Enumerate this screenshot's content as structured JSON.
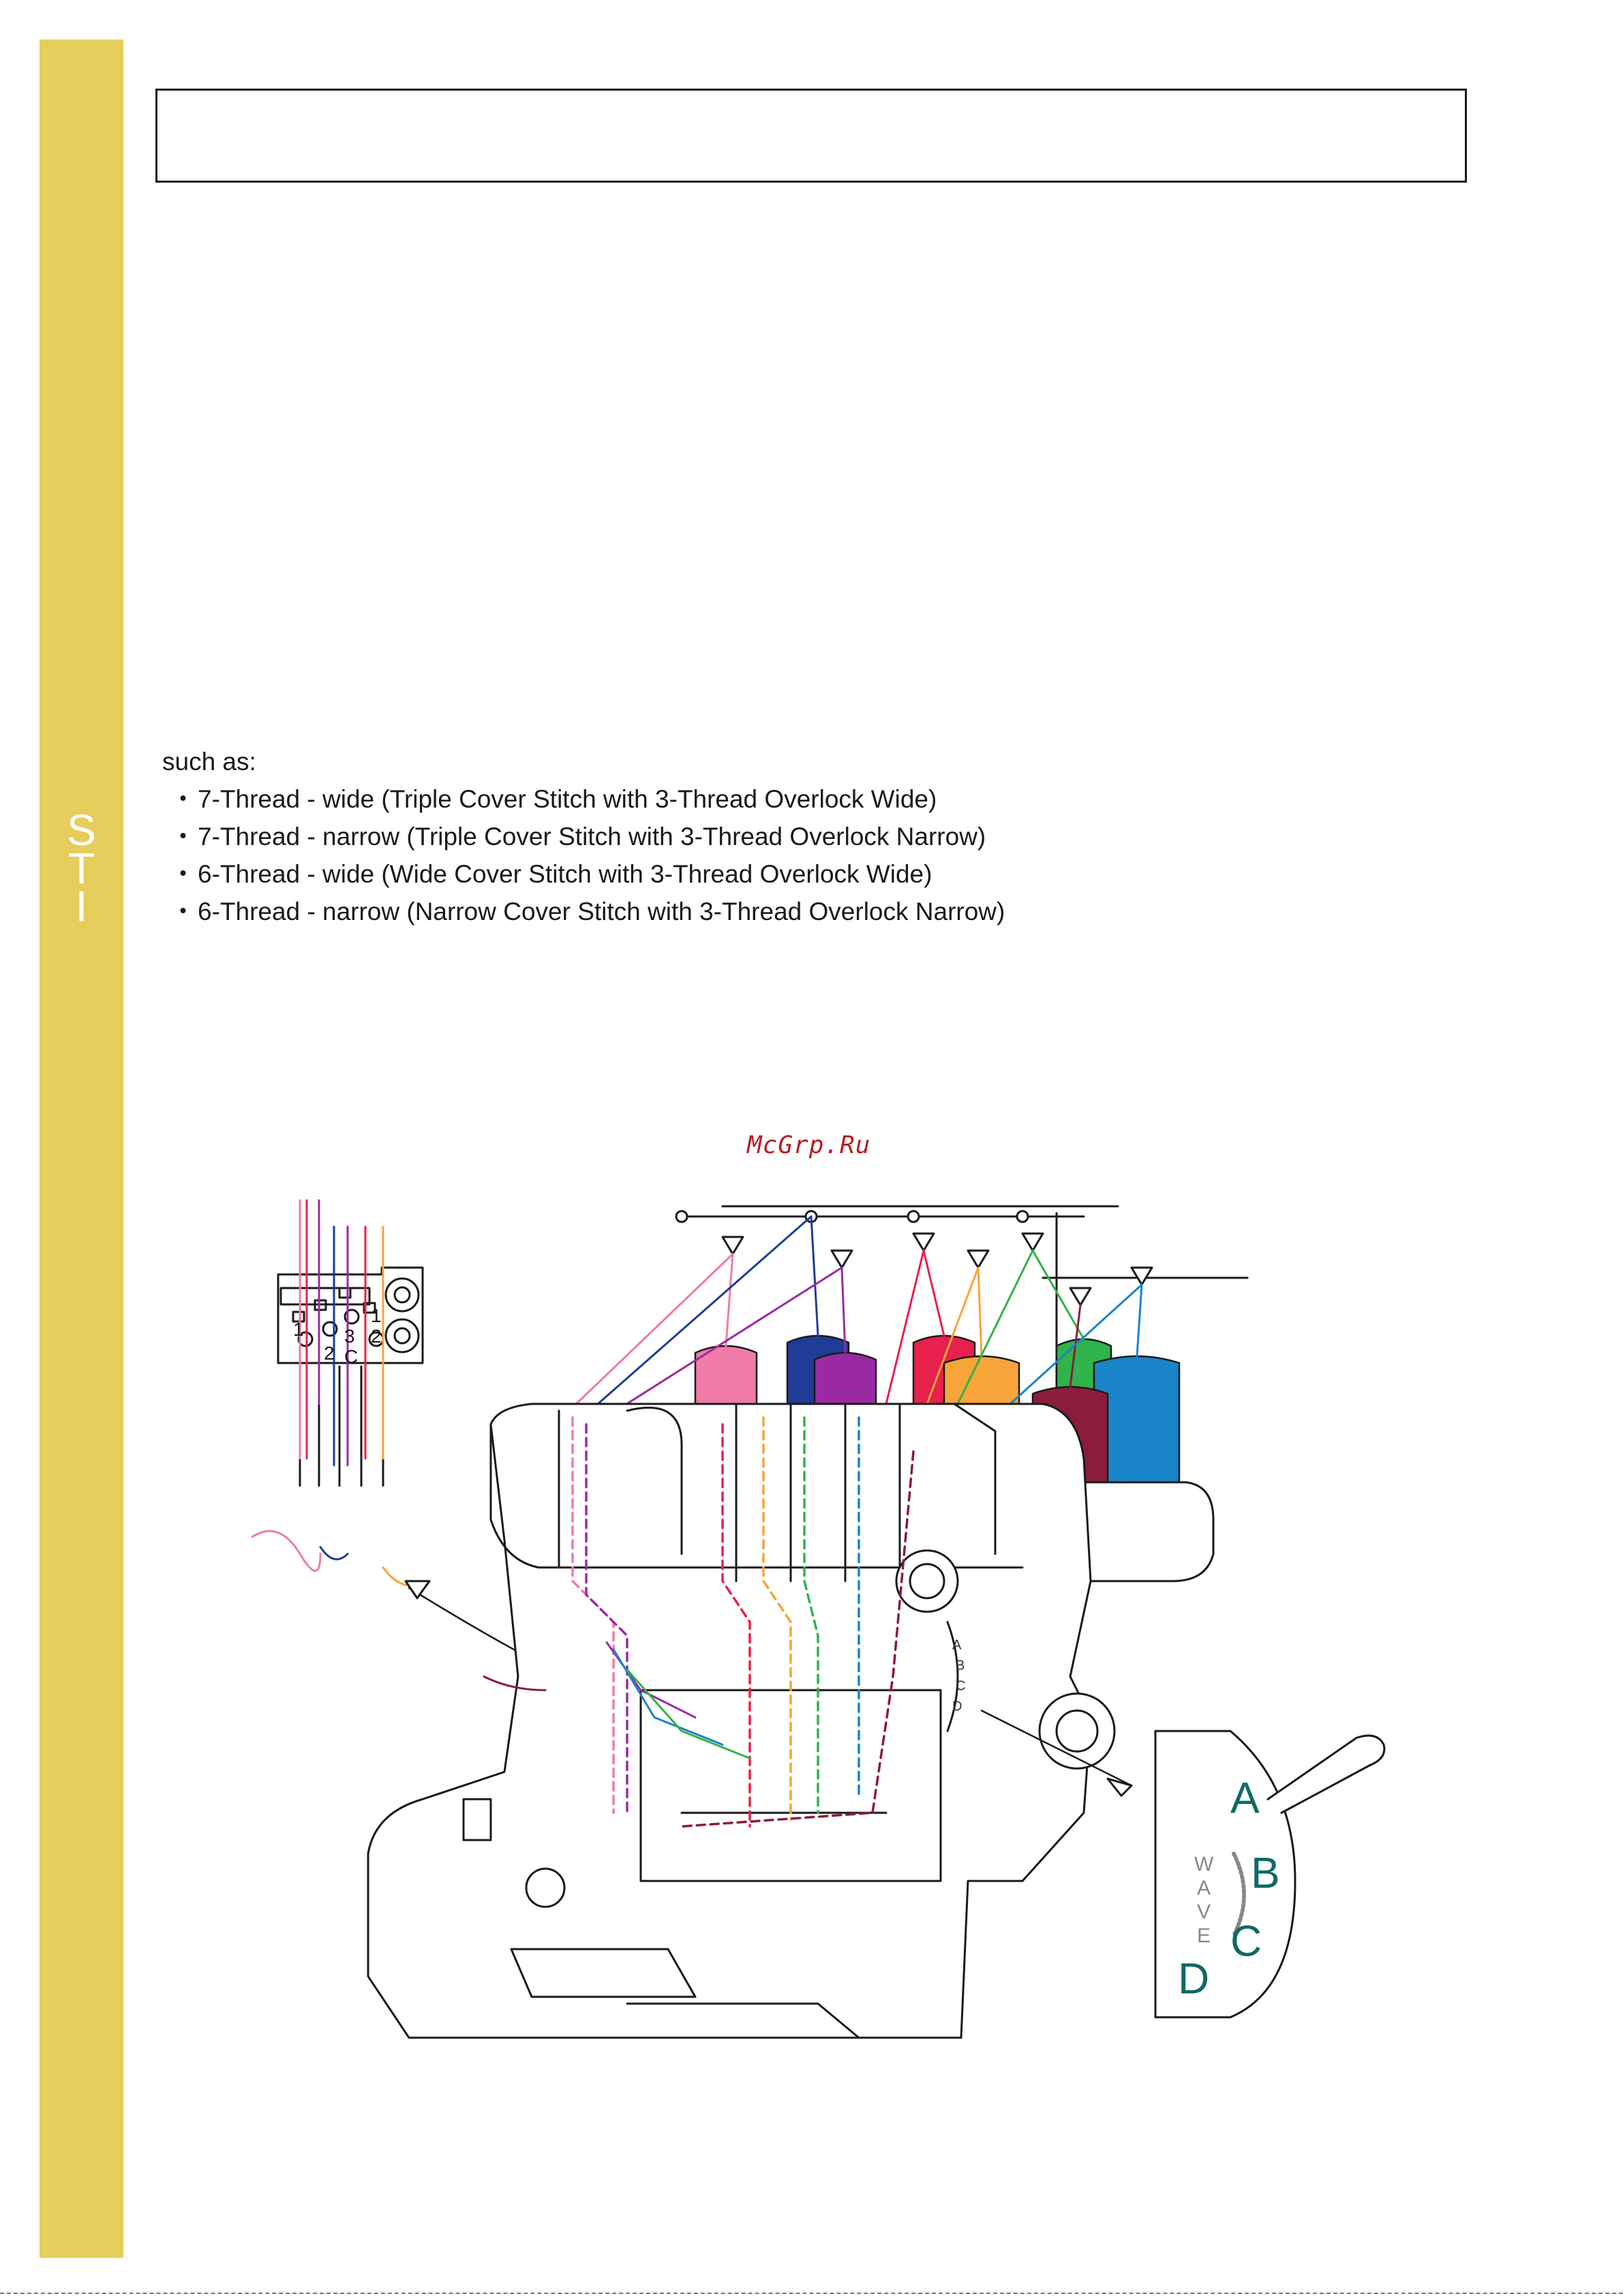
{
  "sidebar": {
    "letters": [
      "S",
      "T",
      "I"
    ],
    "color": "#e6cd5c"
  },
  "body_text": {
    "lead": "such as:",
    "bullet_symbol": "・",
    "items": [
      "7-Thread - wide (Triple Cover Stitch with 3-Thread Overlock Wide)",
      "7-Thread - narrow (Triple Cover Stitch with 3-Thread Overlock Narrow)",
      "6-Thread - wide (Wide Cover Stitch with 3-Thread Overlock Wide)",
      "6-Thread - narrow (Narrow Cover Stitch with 3-Thread Overlock Narrow)"
    ]
  },
  "watermark": "McGrp.Ru",
  "needle_inset": {
    "left_labels": [
      "1",
      "2"
    ],
    "center_labels": [
      "3",
      "C"
    ],
    "right_labels": [
      "1",
      "2"
    ]
  },
  "dial_inset": {
    "letters": [
      "A",
      "B",
      "C",
      "D"
    ],
    "wave_letters": [
      "W",
      "A",
      "V",
      "E"
    ],
    "machine_dial_letters": [
      "A",
      "B",
      "C",
      "D"
    ]
  },
  "thread_colors": {
    "pink": "#f07aa8",
    "navy": "#1f3c97",
    "purple": "#9a2aa3",
    "red": "#e8204e",
    "orange": "#f7a43a",
    "green": "#2fb34a",
    "blue": "#1a84c8",
    "maroon": "#8a1c3c"
  }
}
